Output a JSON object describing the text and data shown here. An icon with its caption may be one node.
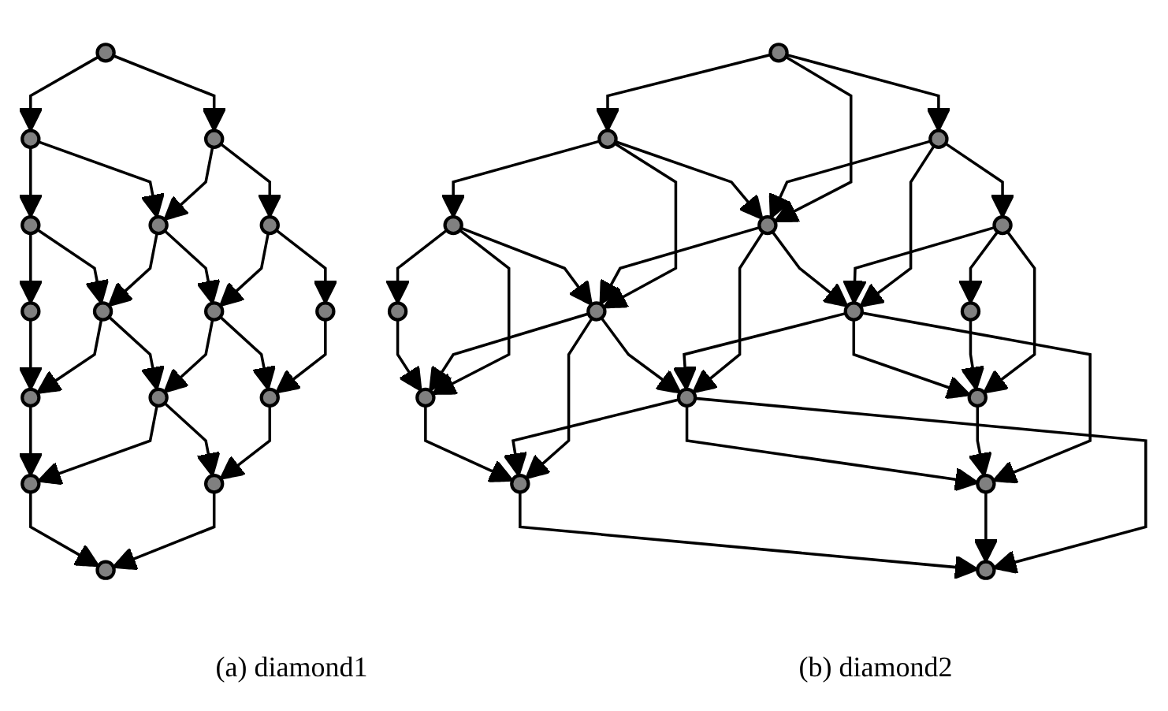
{
  "diagram": {
    "nodes": [
      {
        "text": [],
        "shape": "circle"
      },
      {
        "text": [],
        "shape": "circle"
      },
      {
        "text": [],
        "shape": "circle"
      },
      {
        "text": [],
        "shape": "circle"
      },
      {
        "text": [],
        "shape": "circle"
      },
      {
        "text": [],
        "shape": "circle"
      },
      {
        "text": [],
        "shape": "circle"
      },
      {
        "text": [],
        "shape": "circle"
      },
      {
        "text": [],
        "shape": "circle"
      },
      {
        "text": [],
        "shape": "circle"
      },
      {
        "text": [],
        "shape": "circle"
      },
      {
        "text": [],
        "shape": "circle"
      },
      {
        "text": [],
        "shape": "circle"
      },
      {
        "text": [],
        "shape": "circle"
      },
      {
        "text": [],
        "shape": "circle"
      },
      {
        "text": [],
        "shape": "circle"
      },
      {
        "text": [],
        "shape": "circle"
      },
      {
        "text": [],
        "shape": "circle"
      },
      {
        "text": [],
        "shape": "circle"
      },
      {
        "text": [],
        "shape": "circle"
      },
      {
        "text": [],
        "shape": "circle"
      },
      {
        "text": [],
        "shape": "circle"
      },
      {
        "text": [],
        "shape": "circle"
      },
      {
        "text": [],
        "shape": "circle"
      },
      {
        "text": [],
        "shape": "circle"
      },
      {
        "text": [],
        "shape": "circle"
      },
      {
        "text": [],
        "shape": "circle"
      },
      {
        "text": [],
        "shape": "circle"
      },
      {
        "text": [],
        "shape": "circle"
      },
      {
        "text": [],
        "shape": "circle"
      },
      {
        "text": [],
        "shape": "circle"
      },
      {
        "text": [],
        "shape": "circle"
      }
    ],
    "edges": [
      {
        "from": 0,
        "to": 1,
        "arrow": "to"
      },
      {
        "from": 1,
        "to": 2,
        "arrow": "to"
      },
      {
        "from": 2,
        "to": 3,
        "arrow": "to"
      },
      {
        "from": 4,
        "to": 5,
        "arrow": "to"
      },
      {
        "from": 5,
        "to": 6,
        "arrow": "to"
      },
      {
        "from": 6,
        "to": 7,
        "arrow": "to"
      },
      {
        "from": 8,
        "to": 9,
        "arrow": "to"
      },
      {
        "from": 9,
        "to": 10,
        "arrow": "to"
      },
      {
        "from": 10,
        "to": 11,
        "arrow": "to"
      },
      {
        "from": 12,
        "to": 13,
        "arrow": "to"
      },
      {
        "from": 13,
        "to": 14,
        "arrow": "to"
      },
      {
        "from": 14,
        "to": 15,
        "arrow": "to"
      },
      {
        "from": 0,
        "to": 4,
        "arrow": "to"
      },
      {
        "from": 1,
        "to": 5,
        "arrow": "to"
      },
      {
        "from": 2,
        "to": 6,
        "arrow": "to"
      },
      {
        "from": 3,
        "to": 7,
        "arrow": "to"
      },
      {
        "from": 4,
        "to": 8,
        "arrow": "to"
      },
      {
        "from": 5,
        "to": 9,
        "arrow": "to"
      },
      {
        "from": 6,
        "to": 10,
        "arrow": "to"
      },
      {
        "from": 7,
        "to": 11,
        "arrow": "to"
      },
      {
        "from": 8,
        "to": 12,
        "arrow": "to"
      },
      {
        "from": 9,
        "to": 13,
        "arrow": "to"
      },
      {
        "from": 10,
        "to": 14,
        "arrow": "to"
      },
      {
        "from": 11,
        "to": 15,
        "arrow": "to"
      },
      {
        "from": 16,
        "to": 17,
        "arrow": "to"
      },
      {
        "from": 17,
        "to": 18,
        "arrow": "to"
      },
      {
        "from": 18,
        "to": 19,
        "arrow": "to"
      },
      {
        "from": 20,
        "to": 21,
        "arrow": "to"
      },
      {
        "from": 21,
        "to": 22,
        "arrow": "to"
      },
      {
        "from": 22,
        "to": 23,
        "arrow": "to"
      },
      {
        "from": 24,
        "to": 25,
        "arrow": "to"
      },
      {
        "from": 25,
        "to": 26,
        "arrow": "to"
      },
      {
        "from": 26,
        "to": 27,
        "arrow": "to"
      },
      {
        "from": 28,
        "to": 29,
        "arrow": "to"
      },
      {
        "from": 29,
        "to": 30,
        "arrow": "to"
      },
      {
        "from": 30,
        "to": 31,
        "arrow": "to"
      },
      {
        "from": 16,
        "to": 20,
        "arrow": "to"
      },
      {
        "from": 17,
        "to": 21,
        "arrow": "to"
      },
      {
        "from": 18,
        "to": 22,
        "arrow": "to"
      },
      {
        "from": 19,
        "to": 23,
        "arrow": "to"
      },
      {
        "from": 20,
        "to": 24,
        "arrow": "to"
      },
      {
        "from": 21,
        "to": 25,
        "arrow": "to"
      },
      {
        "from": 22,
        "to": 26,
        "arrow": "to"
      },
      {
        "from": 23,
        "to": 27,
        "arrow": "to"
      },
      {
        "from": 24,
        "to": 28,
        "arrow": "to"
      },
      {
        "from": 25,
        "to": 29,
        "arrow": "to"
      },
      {
        "from": 26,
        "to": 30,
        "arrow": "to"
      },
      {
        "from": 27,
        "to": 31,
        "arrow": "to"
      },
      {
        "from": 16,
        "to": 21,
        "arrow": "to"
      },
      {
        "from": 17,
        "to": 22,
        "arrow": "to"
      },
      {
        "from": 18,
        "to": 23,
        "arrow": "to"
      },
      {
        "from": 20,
        "to": 25,
        "arrow": "to"
      },
      {
        "from": 21,
        "to": 26,
        "arrow": "to"
      },
      {
        "from": 22,
        "to": 27,
        "arrow": "to"
      },
      {
        "from": 24,
        "to": 29,
        "arrow": "to"
      },
      {
        "from": 25,
        "to": 30,
        "arrow": "to"
      },
      {
        "from": 26,
        "to": 31,
        "arrow": "to"
      }
    ],
    "labels": [
      "(a) diamond1",
      "(b) diamond2"
    ]
  }
}
